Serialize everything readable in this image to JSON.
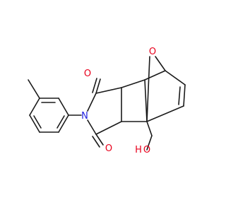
{
  "molecule": {
    "atom_labels": {
      "bridge_oxygen": "O",
      "carbonyl_oxygen_top": "O",
      "carbonyl_oxygen_bottom": "O",
      "imide_nitrogen": "N",
      "hydroxyl_oxygen": "O",
      "hydroxyl_hydrogen": "H"
    }
  },
  "colors": {
    "bond": "#1a1a1a",
    "oxygen": "#e8001c",
    "nitrogen": "#1f1fe0",
    "background": "#ffffff"
  }
}
